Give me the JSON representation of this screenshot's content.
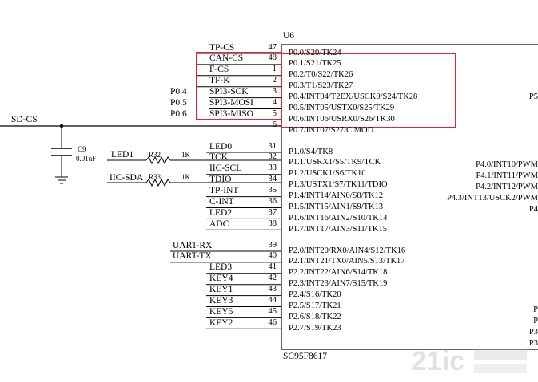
{
  "chip": {
    "ref": "U6",
    "part": "SC95F8617"
  },
  "net_sd_cs": "SD-CS",
  "cap": {
    "ref": "C9",
    "value": "0.01uF"
  },
  "res1": {
    "ref": "R32",
    "value": "1K",
    "net": "LED1"
  },
  "res2": {
    "ref": "R33",
    "value": "1K",
    "net": "IIC-SDA"
  },
  "top_pins": [
    {
      "net": "TP-CS",
      "num": "47",
      "func": "P0.0/S20/TK24"
    },
    {
      "net": "CAN-CS",
      "num": "48",
      "func": "P0.1/S21/TK25"
    },
    {
      "net": "F-CS",
      "num": "1",
      "func": "P0.2/T0/S22/TK26"
    },
    {
      "net": "TF-K",
      "num": "2",
      "func": "P0.3/T1/S23/TK27"
    },
    {
      "net": "SPI3-SCK",
      "num": "3",
      "func": "P0.4/INT04/T2EX/USCK0/S24/TK28",
      "port": "P0.4"
    },
    {
      "net": "SPI3-MOSI",
      "num": "4",
      "func": "P0.5/INT05/USTX0/S25/TK29",
      "port": "P0.5"
    },
    {
      "net": "SPI3-MISO",
      "num": "5",
      "func": "P0.6/INT06/USRX0/S26/TK30",
      "port": "P0.6"
    },
    {
      "net": "",
      "num": "6",
      "func": "P0.7/INT07/S27/C MOD"
    }
  ],
  "mid_pins": [
    {
      "net": "LED0",
      "num": "31",
      "func": "P1.0/S4/TK8"
    },
    {
      "net": "TCK",
      "num": "32",
      "func": "P1.1/USRX1/S5/TK9/TCK"
    },
    {
      "net": "IIC-SCL",
      "num": "33",
      "func": "P1.2/USCK1/S6/TK10"
    },
    {
      "net": "TDIO",
      "num": "34",
      "func": "P1.3/USTX1/S7/TK11/TDIO"
    },
    {
      "net": "TP-INT",
      "num": "35",
      "func": "P1.4/INT14/AIN0/S8/TK12"
    },
    {
      "net": "C-INT",
      "num": "36",
      "func": "P1.5/INT15/AIN1/S9/TK13"
    },
    {
      "net": "LED2",
      "num": "37",
      "func": "P1.6/INT16/AIN2/S10/TK14"
    },
    {
      "net": "ADC",
      "num": "38",
      "func": "P1.7/INT17/AIN3/S11/TK15"
    }
  ],
  "bot_pins": [
    {
      "net": "UART-RX",
      "num": "39",
      "func": "P2.0/INT20/RX0/AIN4/S12/TK16"
    },
    {
      "net": "UART-TX",
      "num": "40",
      "func": "P2.1/INT21/TX0/AIN5/S13/TK17"
    },
    {
      "net": "LED3",
      "num": "41",
      "func": "P2.2/INT22/AIN6/S14/TK18"
    },
    {
      "net": "KEY4",
      "num": "42",
      "func": "P2.3/INT23/AIN7/S15/TK19"
    },
    {
      "net": "KEY1",
      "num": "43",
      "func": "P2.4/S16/TK20"
    },
    {
      "net": "KEY3",
      "num": "44",
      "func": "P2.5/S17/TK21"
    },
    {
      "net": "KEY5",
      "num": "45",
      "func": "P2.6/S18/TK22"
    },
    {
      "net": "KEY2",
      "num": "46",
      "func": "P2.7/S19/TK23"
    }
  ],
  "right_labels": [
    {
      "text": "P5"
    },
    {
      "text": "P4.0/INT10/PWM"
    },
    {
      "text": "P4.1/INT11/PWM"
    },
    {
      "text": "P4.2/INT12/PWM"
    },
    {
      "text": "P4.3/INT13/USCK2/PWM"
    },
    {
      "text": "P4"
    },
    {
      "text": "P"
    },
    {
      "text": "P"
    },
    {
      "text": "P3"
    },
    {
      "text": "P3"
    }
  ],
  "highlight_color": "#e8232b"
}
